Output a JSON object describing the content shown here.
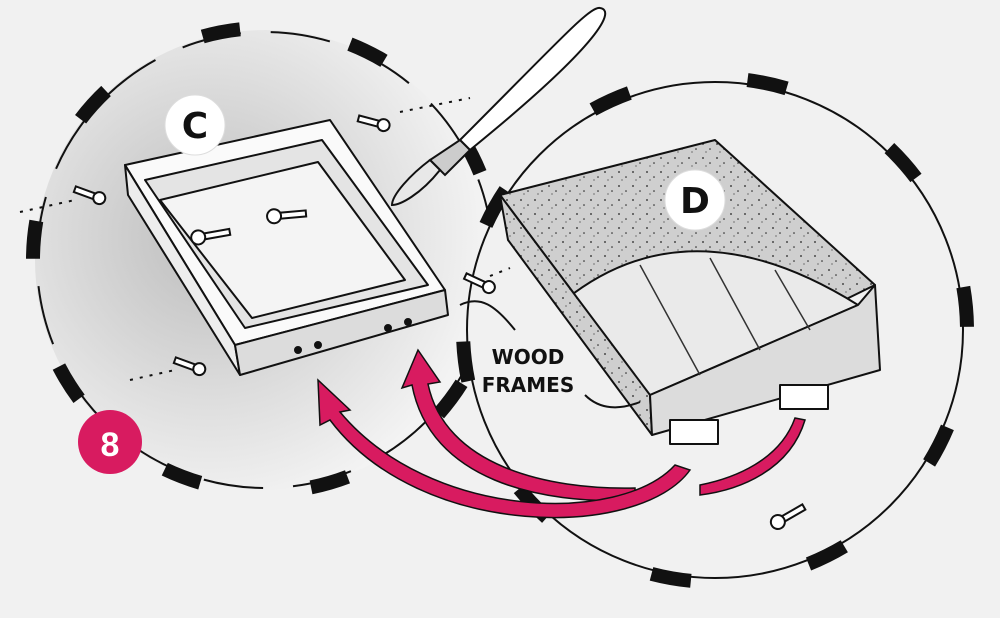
{
  "step": {
    "number": "8",
    "color": "#d81b60"
  },
  "parts": {
    "c": {
      "label": "C"
    },
    "d": {
      "label": "D"
    }
  },
  "callout": {
    "line1": "WOOD",
    "line2": "FRAMES"
  },
  "colors": {
    "arrow": "#d81b60",
    "ink": "#111111",
    "shade": "#cfcfcf"
  },
  "icons": [
    "screw-icon",
    "paintbrush-icon",
    "bracket-icon"
  ]
}
